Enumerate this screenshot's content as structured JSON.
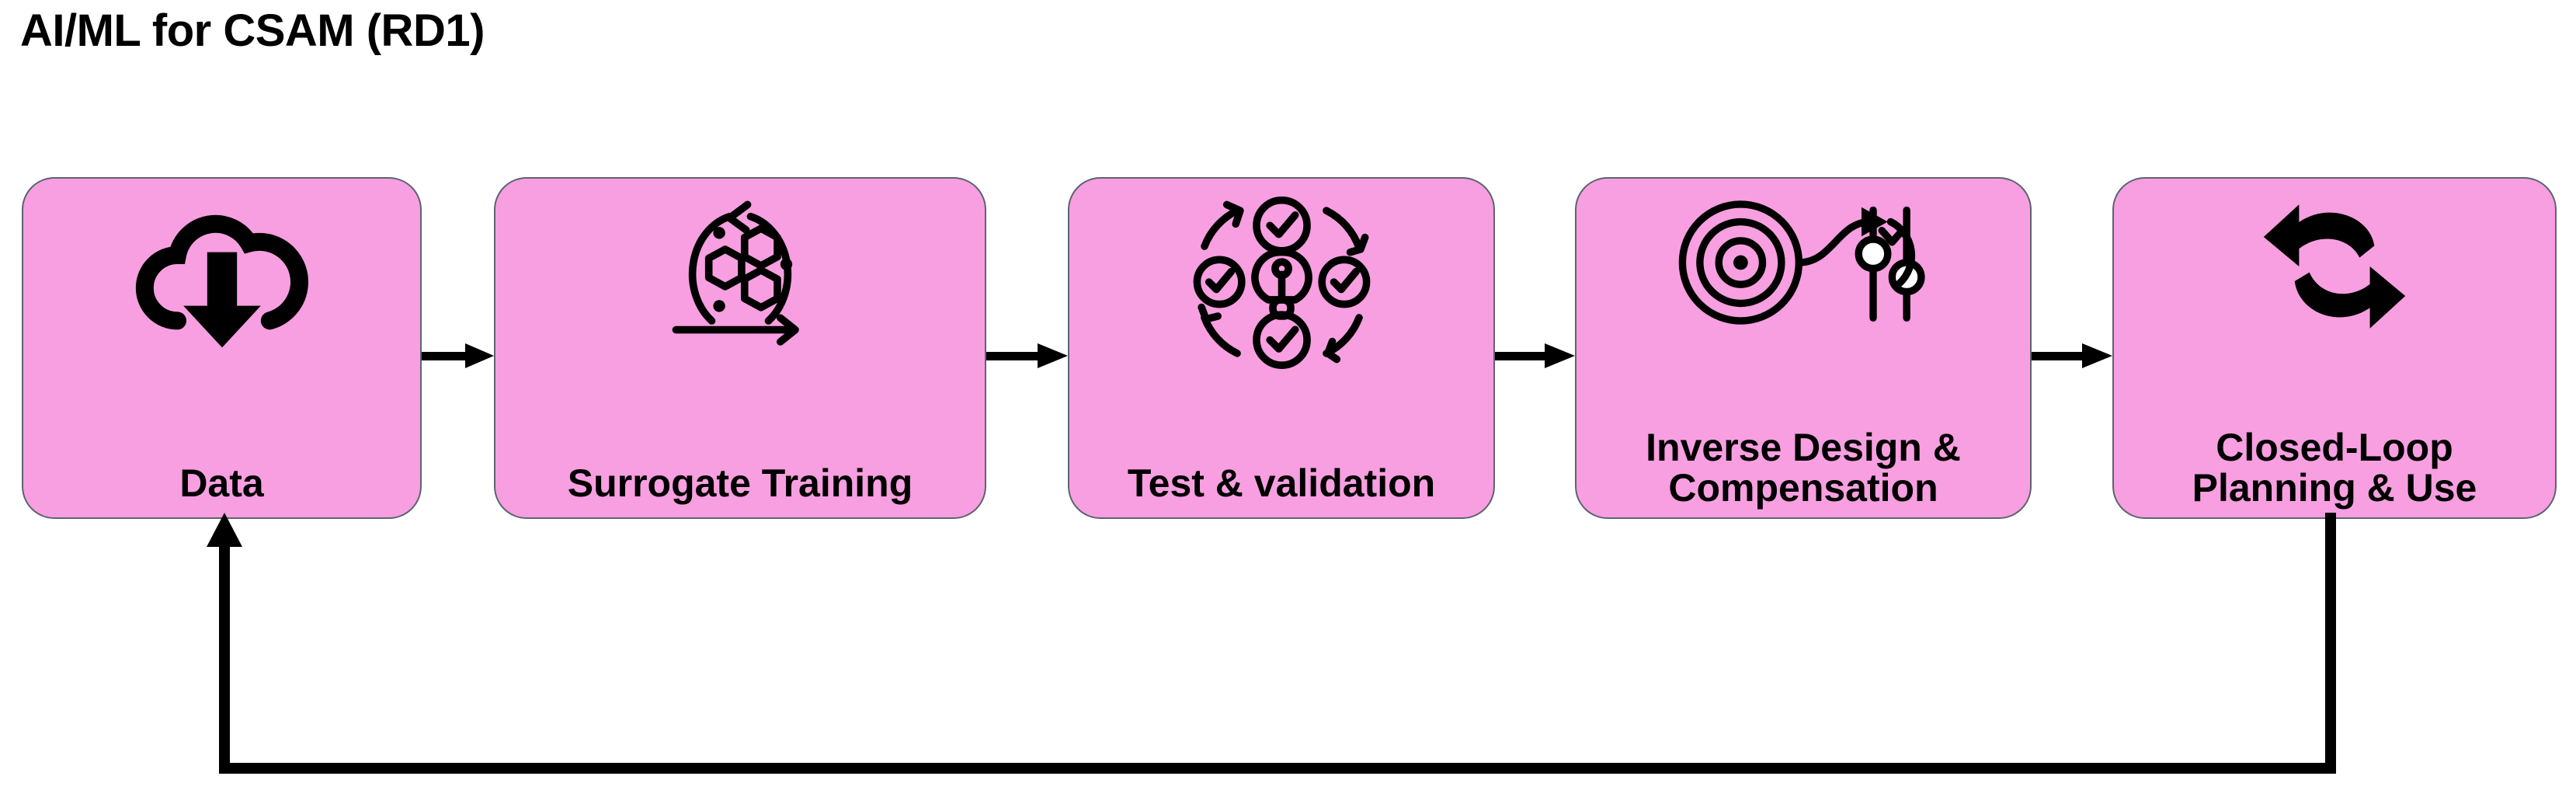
{
  "title": "AI/ML for CSAM (RD1)",
  "colors": {
    "box_fill": "#F79FE0",
    "box_stroke": "#5C6470",
    "icon": "#000000",
    "text": "#000000",
    "background": "#FFFFFF"
  },
  "stages": [
    {
      "id": "data",
      "label": "Data",
      "label_lines": [
        "Data"
      ],
      "icon": "cloud-download-icon"
    },
    {
      "id": "surrogate",
      "label": "Surrogate Training",
      "label_lines": [
        "Surrogate Training"
      ],
      "icon": "molecule-cycle-icon"
    },
    {
      "id": "test",
      "label": "Test & validation",
      "label_lines": [
        "Test & validation"
      ],
      "icon": "lightbulb-checkmarks-cycle-icon"
    },
    {
      "id": "inverse",
      "label": "Inverse Design & Compensation",
      "label_lines": [
        "Inverse Design &",
        "Compensation"
      ],
      "icon": "target-sliders-icon"
    },
    {
      "id": "closedloop",
      "label": "Closed-Loop Planning & Use",
      "label_lines": [
        "Closed-Loop",
        "Planning & Use"
      ],
      "icon": "refresh-cycle-icon"
    }
  ],
  "connectors": [
    {
      "id": "arrow-1",
      "from": "data",
      "to": "surrogate",
      "icon": "arrow-right-icon"
    },
    {
      "id": "arrow-2",
      "from": "surrogate",
      "to": "test",
      "icon": "arrow-right-icon"
    },
    {
      "id": "arrow-3",
      "from": "test",
      "to": "inverse",
      "icon": "arrow-right-icon"
    },
    {
      "id": "arrow-4",
      "from": "inverse",
      "to": "closedloop",
      "icon": "arrow-right-icon"
    }
  ],
  "feedback": {
    "id": "feedback-loop",
    "from": "closedloop",
    "to": "data",
    "icon": "feedback-loop-arrow-icon",
    "label": ""
  }
}
